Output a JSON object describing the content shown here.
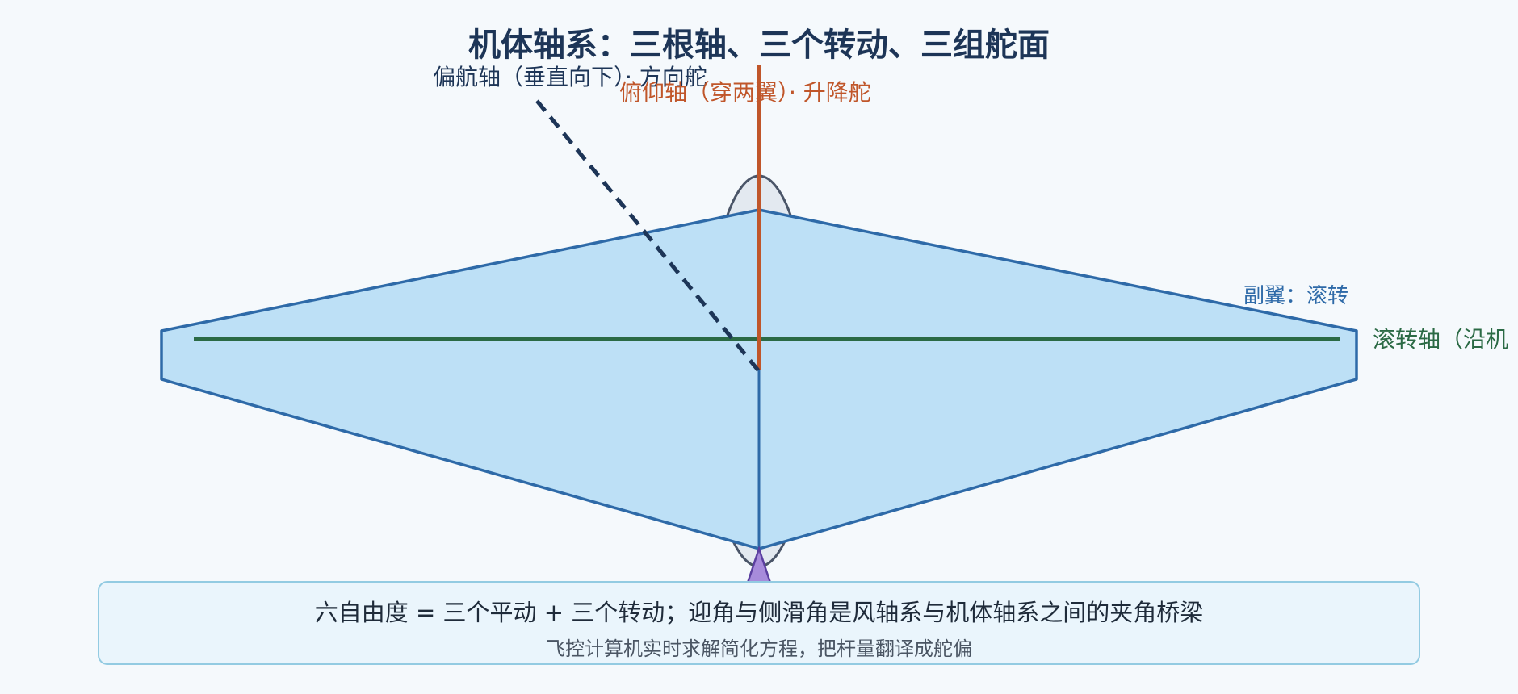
{
  "diagram": {
    "title": "机体轴系：三根轴、三个转动、三组舵面",
    "labels": {
      "yaw_axis": "偏航轴（垂直向下）· 方向舵",
      "pitch_axis": "俯仰轴（穿两翼）· 升降舵",
      "roll_axis": "滚转轴（沿机",
      "aileron": "副翼：滚转"
    },
    "colors": {
      "wing_fill": "#bde0f6",
      "wing_stroke": "#2e6aa8",
      "fuselage_fill": "#e3e9f0",
      "fuselage_stroke": "#4a5568",
      "yaw_axis": "#1d3557",
      "pitch_axis": "#c0562a",
      "roll_axis": "#2b6a45",
      "nose_marker": "#a78bdb"
    }
  },
  "note": {
    "main": "六自由度 = 三个平动 + 三个转动；迎角与侧滑角是风轴系与机体轴系之间的夹角桥梁",
    "sub": "飞控计算机实时求解简化方程，把杆量翻译成舵偏"
  }
}
